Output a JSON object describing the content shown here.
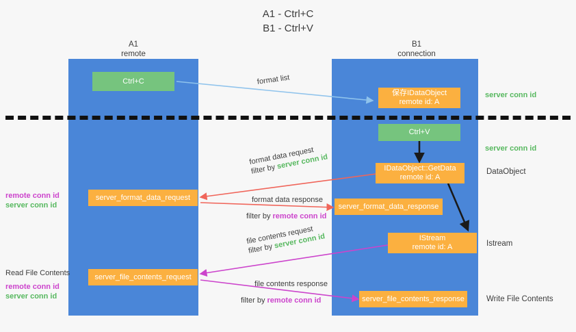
{
  "title": {
    "line1": "A1 - Ctrl+C",
    "line2": "B1 - Ctrl+V"
  },
  "lanes": [
    {
      "id": "a1",
      "name": "A1",
      "sub": "remote"
    },
    {
      "id": "b1",
      "name": "B1",
      "sub": "connection"
    }
  ],
  "colors": {
    "lane": "#4a86d8",
    "green_box": "#76c47e",
    "orange_box": "#fbb040",
    "green_text": "#57b85f",
    "magenta_text": "#cc44cc",
    "divider": "#111111",
    "arrow_blue": "#8fc3ec",
    "arrow_red": "#f0655a",
    "arrow_magenta": "#cc44cc",
    "arrow_black": "#1a1a1a",
    "background": "#f7f7f7"
  },
  "boxes": {
    "ctrl_c": {
      "text": "Ctrl+C"
    },
    "save_idataobject": {
      "line1": "保存IDataObject",
      "line2": "remote id: A"
    },
    "ctrl_v": {
      "text": "Ctrl+V"
    },
    "getdata": {
      "line1": "IDataObject::GetData",
      "line2": "remote id: A"
    },
    "istream": {
      "line1": "IStream",
      "line2": "remote id: A"
    },
    "server_format_data_request": {
      "text": "server_format_data_request"
    },
    "server_format_data_response": {
      "text": "server_format_data_response"
    },
    "server_file_contents_request": {
      "text": "server_file_contents_request"
    },
    "server_file_contents_response": {
      "text": "server_file_contents_response"
    }
  },
  "edge_labels": {
    "format_list": "format list",
    "format_data_request": "format data request",
    "format_data_request_filter_prefix": "filter by ",
    "format_data_request_filter_key": "server conn id",
    "format_data_response": "format data response",
    "format_data_response_filter_prefix": "filter by ",
    "format_data_response_filter_key": "remote conn id",
    "file_contents_request": "file contents request",
    "file_contents_request_filter_prefix": "filter by ",
    "file_contents_request_filter_key": "server conn id",
    "file_contents_response": "file contents response",
    "file_contents_response_filter_prefix": "filter by ",
    "file_contents_response_filter_key": "remote conn id"
  },
  "side_notes": {
    "server_conn_id_top": "server conn id",
    "server_conn_id_mid": "server conn id",
    "left_mid_remote": "remote conn id",
    "left_mid_server": "server conn id",
    "read_file_contents": "Read File Contents",
    "left_bot_remote": "remote conn id",
    "left_bot_server": "server conn id",
    "dataobject": "DataObject",
    "istream": "Istream",
    "write_file_contents": "Write File Contents"
  }
}
